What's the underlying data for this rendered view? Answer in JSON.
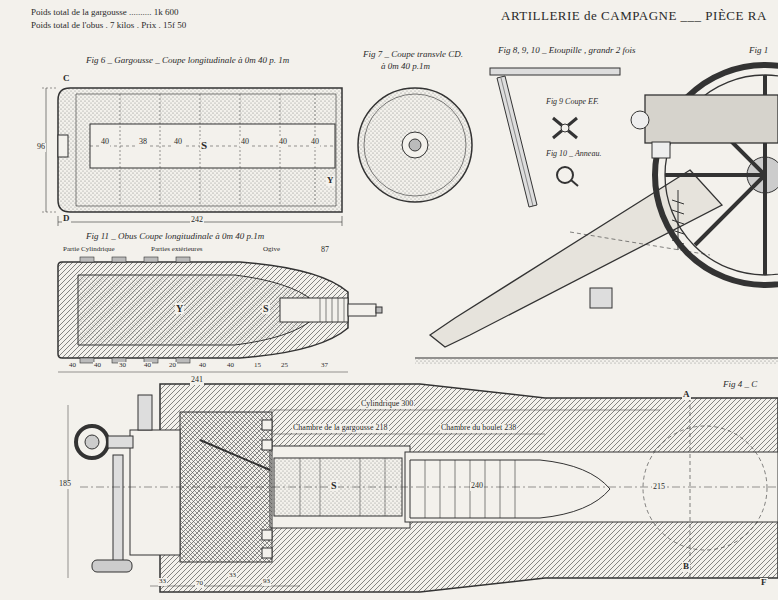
{
  "diagram": {
    "title": "ARTILLERIE de CAMPAGNE ___ PIÈCE RA",
    "labels": [
      "Poids total de la gargousse .......... 1k 600",
      "Poids total de l'obus . 7 kilos . Prix . 15f 50",
      "Fig 6 _ Gargousse _ Coupe longitudinale à 0m 40 p. 1m",
      "C",
      "D",
      "96",
      "40",
      "38",
      "40",
      "S",
      "40",
      "40",
      "40",
      "Y",
      "242",
      "Fig 7 _ Coupe transvle CD.",
      "à 0m 40 p.1m",
      "Fig 8, 9, 10 _ Etoupille , grandr 2 fois",
      "Fig 9 Coupe EF.",
      "Fig 10 _ Anneau.",
      "Fig 1",
      "Fig 11 _ Obus  Coupe longitudinale à 0m 40 p.1m",
      "Partie Cylindrique",
      "Parties extérieures",
      "Ogive",
      "87",
      "Y",
      "S",
      "241",
      "40",
      "40",
      "30",
      "40",
      "20",
      "40",
      "40",
      "15",
      "25",
      "37",
      "Cylindrique 300",
      "Chambre de la gargousse 218",
      "Chambre du boulet 238",
      "A",
      "B",
      "S",
      "240",
      "185",
      "215",
      "33",
      "70",
      "33",
      "93",
      "F",
      "Fig 4 _ C"
    ]
  }
}
